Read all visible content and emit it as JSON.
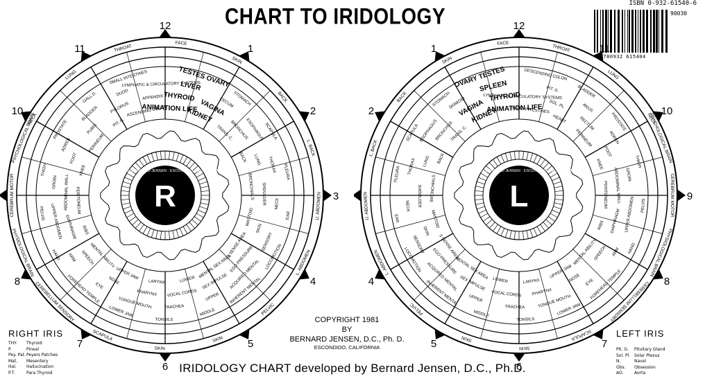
{
  "header": {
    "title": "CHART TO IRIDOLOGY",
    "isbn": "ISBN 0-932-61540-6",
    "barcode_number": "9 780932 615404",
    "barcode_side": [
      "90030",
      "",
      "",
      ""
    ]
  },
  "center_letters": {
    "right": "R",
    "left": "L"
  },
  "pupil_ring_text": "© 1970 BY BERNARD JENSEN · ESCONDIDO, CALIFORNIA",
  "clock_numbers": [
    "12",
    "1",
    "2",
    "3",
    "4",
    "5",
    "6",
    "7",
    "8",
    "9",
    "10",
    "11"
  ],
  "right_iris": {
    "label": "RIGHT IRIS",
    "outer_labels": [
      "NECK",
      "LUNG",
      "THROAT",
      "FACE",
      "SKIN",
      "BACK",
      "L. BACK",
      "U. ABDOMEN",
      "L. ABDOMEN",
      "PELVIC",
      "SKIN",
      "SKIN",
      "SCAPULA",
      "CEREBELLUM SENSORY",
      "PHYSIOLOGICAL BRAIN",
      "CEREBRUM MOTOR",
      "PSYCHOLOGICAL BRAIN"
    ],
    "zone_labels": [
      "ANIMATION LIFE",
      "THYROID",
      "LIVER",
      "TESTES OVARY",
      "KIDNEY",
      "VAGINA",
      "CECUM",
      "STOMACH",
      "TRANS. C.",
      "BRONCHUS",
      "ESOPHAGUS",
      "SCAPULA",
      "BACK",
      "LUNG",
      "THORAX",
      "PLEURA",
      "BRONCHIALS",
      "SHOULDER",
      "NECK",
      "EAR",
      "MASTOID",
      "SKIN",
      "SENSORY",
      "LOCOMOTION",
      "5 SENSE AREA",
      "EGO PRESSURE",
      "ACQUIRED MENTAL",
      "INHERENT MENTAL",
      "MENTAL SEX AREA",
      "SEX IMPULSE",
      "UPPER",
      "MIDDLE",
      "LOWER",
      "VOCAL CORDS",
      "TRACHEA",
      "TONSILS",
      "LARYNX",
      "PHARYNX",
      "TONGUE MOUTH",
      "LOWER JAW",
      "UPPER JAW",
      "NOSE",
      "EYE",
      "FOREHEAD TEMPLE",
      "MENTAL ABILITY",
      "SPEECH",
      "ARM",
      "HAND",
      "RIBS",
      "DIAPHRAGM",
      "UPPER ABDOMEN",
      "PELVIS",
      "PERITONEUM",
      "ABDOMINAL WALL",
      "GROIN",
      "THIGH",
      "KNEE",
      "FOOT",
      "ADREN",
      "PROSTATE",
      "PERINEUM",
      "PUBIS",
      "BLADDER",
      "GALL D.",
      "PIT. G.",
      "PYLORUS",
      "DUOD.",
      "SMALL INTESTINES",
      "ASCENDING COLON",
      "APPENDIX",
      "LYMPHATIC & CIRCULATORY SYSTEMS"
    ]
  },
  "left_iris": {
    "label": "LEFT IRIS",
    "outer_labels": [
      "NECK",
      "LUNG",
      "THROAT",
      "FACE",
      "SKIN",
      "BACK",
      "L. BACK",
      "U. ABDOMEN",
      "L. ABDOMEN",
      "PELVIC",
      "SKIN",
      "SKIN",
      "SCAPULA",
      "CEREBELLUM SENSORY",
      "PHYSIOLOGICAL BRAIN",
      "CEREBRUM MOTOR",
      "PSYCHOLOGICAL BRAIN"
    ],
    "zone_labels": [
      "ANIMATION LIFE",
      "THYROID",
      "SPLEEN",
      "OVARY TESTES",
      "KIDNEY",
      "VAGINA",
      "SIGMOID",
      "STOMACH",
      "TRANS. C.",
      "BRONCHUS",
      "ESOPHAGUS",
      "SCAPULA",
      "BACK",
      "LUNG",
      "THORAX",
      "PLEURA",
      "BRONCHIALS",
      "SHOULDER",
      "NECK",
      "EAR",
      "MASTOID",
      "SKIN",
      "SENSORY",
      "LOCOMOTION",
      "5 SENSE AREA",
      "EGO PRESSURE",
      "ACQUIRED MENTAL",
      "INHERENT MENTAL",
      "MENTAL SEX AREA",
      "SEX IMPULSE",
      "UPPER",
      "MIDDLE",
      "LOWER",
      "VOCAL CORDS",
      "TRACHEA",
      "TONSILS",
      "LARYNX",
      "PHARYNX",
      "TONGUE MOUTH",
      "LOWER JAW",
      "UPPER JAW",
      "NOSE",
      "EYE",
      "FOREHEAD TEMPLE",
      "MENTAL ABILITY",
      "SPEECH",
      "ARM",
      "HAND",
      "RIBS",
      "DIAPHRAGM",
      "UPPER ABDOMEN",
      "PELVIS",
      "PERITONEUM",
      "ABDOMINAL WALL",
      "GROIN",
      "THIGH",
      "KNEE",
      "FOOT",
      "ADREN",
      "PROSTATE",
      "PERINEUM",
      "RECTUM",
      "ANUS",
      "BLADDER",
      "HEART",
      "SOL. PL.",
      "PIT. G.",
      "DESCENDING COLON",
      "SMALL INTESTINES",
      "LYMPHATIC & CIRCULATORY SYSTEMS"
    ]
  },
  "legend_right": [
    {
      "k": "THY.",
      "v": "Thyroid"
    },
    {
      "k": "P.",
      "v": "Pineal"
    },
    {
      "k": "Pey. Pat.",
      "v": "Peyers Patches"
    },
    {
      "k": "Mat.",
      "v": "Mesentery"
    },
    {
      "k": "Hal.",
      "v": "Hallucination"
    },
    {
      "k": "P.T.",
      "v": "Para Thyroid"
    }
  ],
  "legend_left": [
    {
      "k": "Pit. G.",
      "v": "Pituitary Gland"
    },
    {
      "k": "Sol. Pl.",
      "v": "Solar Plexus"
    },
    {
      "k": "N.",
      "v": "Navel"
    },
    {
      "k": "Obs.",
      "v": "Obsession"
    },
    {
      "k": "AO.",
      "v": "Aorta"
    }
  ],
  "copyright": {
    "line1": "COPYRIGHT 1981",
    "line2": "BY",
    "line3": "BERNARD JENSEN, D.C., Ph. D.",
    "line4": "ESCONDIDO, CALIFORNIA"
  },
  "footer": "IRIDOLOGY CHART developed by Bernard Jensen, D.C., Ph.D."
}
